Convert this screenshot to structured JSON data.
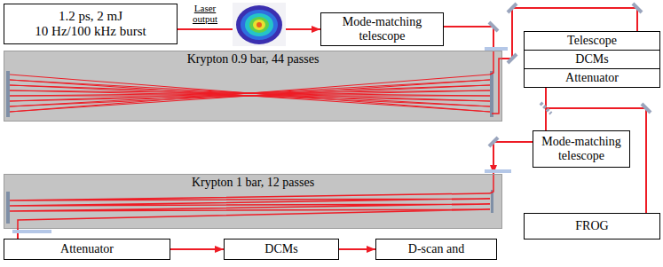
{
  "diagram": {
    "nodes": [
      {
        "text": [
          "1.2 ps, 2 mJ",
          "10 Hz/100 kHz burst"
        ]
      },
      {
        "text": [
          "Mode-matching telescope"
        ]
      },
      {
        "text": [
          "Krypton 0.9 bar, 44 passes"
        ]
      },
      {
        "text": [
          "Telescope"
        ]
      },
      {
        "text": [
          "DCMs"
        ]
      },
      {
        "text": [
          "Attenuator"
        ]
      },
      {
        "text": [
          "Mode-matching telescope"
        ]
      },
      {
        "text": [
          "Krypton 1 bar, 12 passes"
        ]
      },
      {
        "text": [
          "FROG"
        ]
      },
      {
        "text": [
          "Attenuator"
        ]
      },
      {
        "text": [
          "DCMs"
        ]
      },
      {
        "text": [
          "D-scan and"
        ]
      }
    ],
    "edges": [
      {
        "from": 0,
        "to": 1,
        "arrow": "to"
      },
      {
        "from": 1,
        "to": 2,
        "arrow": "none"
      },
      {
        "from": 2,
        "to": 3,
        "arrow": "none"
      },
      {
        "from": 5,
        "to": 6,
        "arrow": "none"
      },
      {
        "from": 5,
        "to": 8,
        "arrow": "none"
      },
      {
        "from": 6,
        "to": 7,
        "arrow": "to"
      },
      {
        "from": 7,
        "to": 9,
        "arrow": "none"
      },
      {
        "from": 9,
        "to": 10,
        "arrow": "to"
      },
      {
        "from": 10,
        "to": 11,
        "arrow": "to"
      }
    ],
    "labels": [
      "Laser output"
    ]
  }
}
